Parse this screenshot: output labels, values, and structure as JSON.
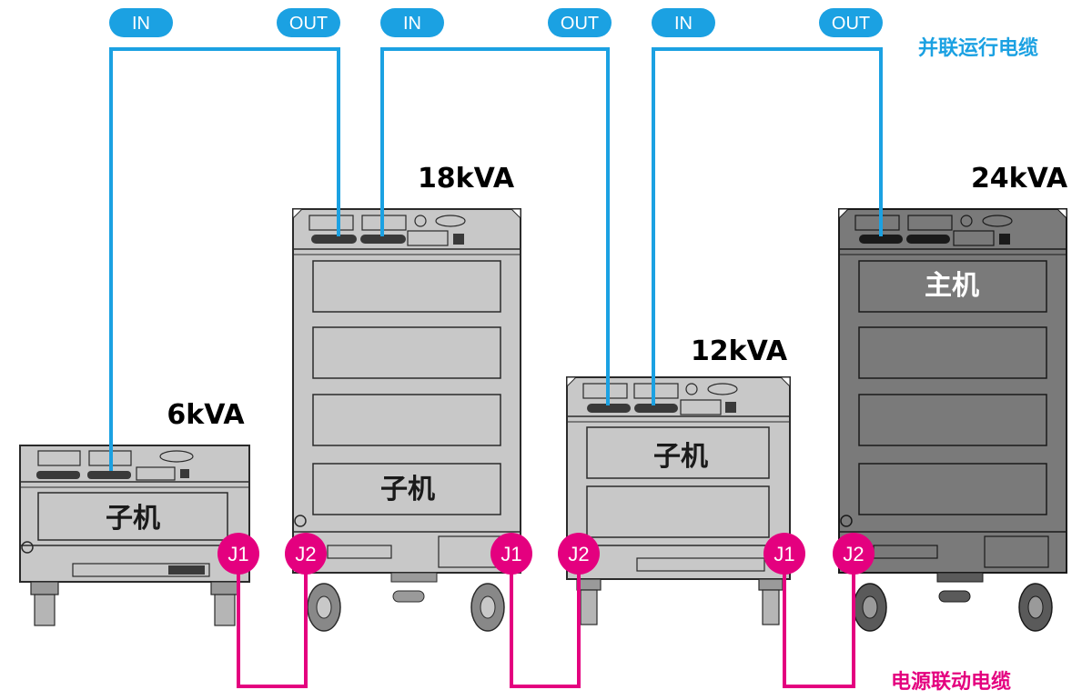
{
  "colors": {
    "parallel_cable": "#1ba1e2",
    "power_cable": "#e4007f",
    "cabinet_light": "#c8c8c8",
    "cabinet_dark": "#7a7a7a"
  },
  "legend": {
    "parallel_cable": "并联运行电缆",
    "power_cable": "电源联动电缆"
  },
  "ports": {
    "in": "IN",
    "out": "OUT"
  },
  "units": [
    {
      "capacity": "6kVA",
      "role": "子机",
      "j1": "J1",
      "j2": ""
    },
    {
      "capacity": "18kVA",
      "role": "子机",
      "j1": "",
      "j2": "J2"
    },
    {
      "capacity": "12kVA",
      "role": "子机",
      "j1": "J1",
      "j2": "J2"
    },
    {
      "capacity": "24kVA",
      "role": "主机",
      "j1": "J1",
      "j2": "J2"
    }
  ]
}
